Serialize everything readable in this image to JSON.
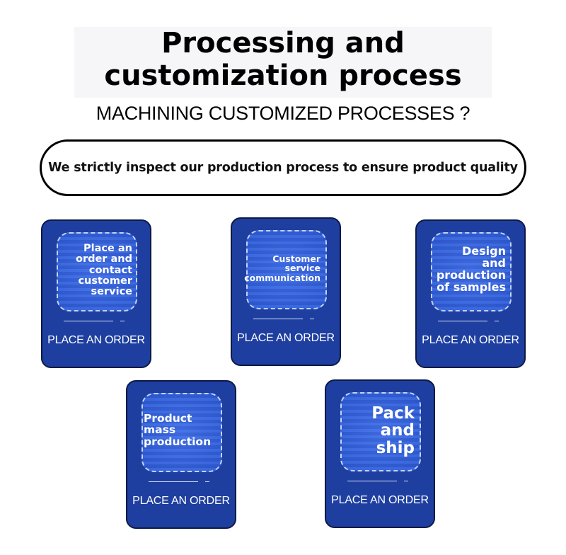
{
  "header": {
    "title": "Processing and customization process",
    "subtitle": "MACHINING CUSTOMIZED PROCESSES ?"
  },
  "banner": {
    "text": "We strictly inspect our production process to ensure product quality"
  },
  "steps": [
    {
      "label": "Place an\norder and\ncontact\ncustomer\nservice",
      "action": "PLACE AN ORDER"
    },
    {
      "label": "Customer\nservice\ncommunication",
      "action": "PLACE AN ORDER"
    },
    {
      "label": "Design\nand\nproduction\nof samples",
      "action": "PLACE AN ORDER"
    },
    {
      "label": "Product\nmass\nproduction",
      "action": "PLACE AN ORDER"
    },
    {
      "label": "Pack\nand\nship",
      "action": "PLACE AN ORDER"
    }
  ],
  "colors": {
    "card": "#1e3fa0",
    "card_border": "#0e1a45",
    "text_on_card": "#ffffff"
  }
}
